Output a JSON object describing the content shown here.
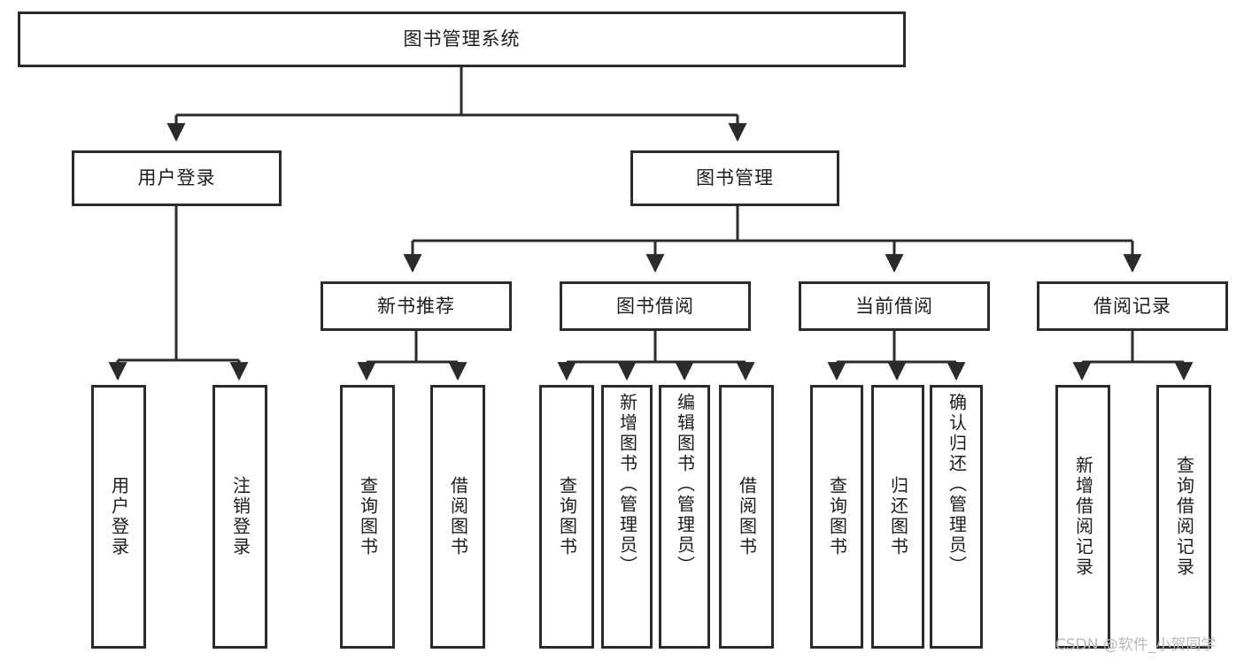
{
  "diagram": {
    "type": "tree",
    "title": "图书管理系统",
    "watermark": "CSDN @软件_小贺同学",
    "colors": {
      "border": "#2b2b2b",
      "background": "#ffffff",
      "text": "#1c1c1c",
      "watermark": "#b9b9b9"
    },
    "nodes": {
      "root": {
        "label": "图书管理系统"
      },
      "level1": [
        {
          "id": "user-login",
          "label": "用户登录"
        },
        {
          "id": "book-management",
          "label": "图书管理"
        }
      ],
      "level2": [
        {
          "id": "new-book-recommend",
          "label": "新书推荐"
        },
        {
          "id": "book-borrow",
          "label": "图书借阅"
        },
        {
          "id": "current-borrow",
          "label": "当前借阅"
        },
        {
          "id": "borrow-record",
          "label": "借阅记录"
        }
      ],
      "leaves": {
        "user-login": [
          {
            "id": "leaf-user-login",
            "label": "用户登录"
          },
          {
            "id": "leaf-user-logout",
            "label": "注销登录"
          }
        ],
        "new-book-recommend": [
          {
            "id": "leaf-query-book-1",
            "label": "查询图书"
          },
          {
            "id": "leaf-borrow-book-1",
            "label": "借阅图书"
          }
        ],
        "book-borrow": [
          {
            "id": "leaf-query-book-2",
            "label": "查询图书"
          },
          {
            "id": "leaf-add-book",
            "label": "新增图书（管理员）"
          },
          {
            "id": "leaf-edit-book",
            "label": "编辑图书（管理员）"
          },
          {
            "id": "leaf-borrow-book-2",
            "label": "借阅图书"
          }
        ],
        "current-borrow": [
          {
            "id": "leaf-query-book-3",
            "label": "查询图书"
          },
          {
            "id": "leaf-return-book",
            "label": "归还图书"
          },
          {
            "id": "leaf-confirm-return",
            "label": "确认归还（管理员）"
          }
        ],
        "borrow-record": [
          {
            "id": "leaf-add-record",
            "label": "新增借阅记录"
          },
          {
            "id": "leaf-query-record",
            "label": "查询借阅记录"
          }
        ]
      }
    }
  }
}
